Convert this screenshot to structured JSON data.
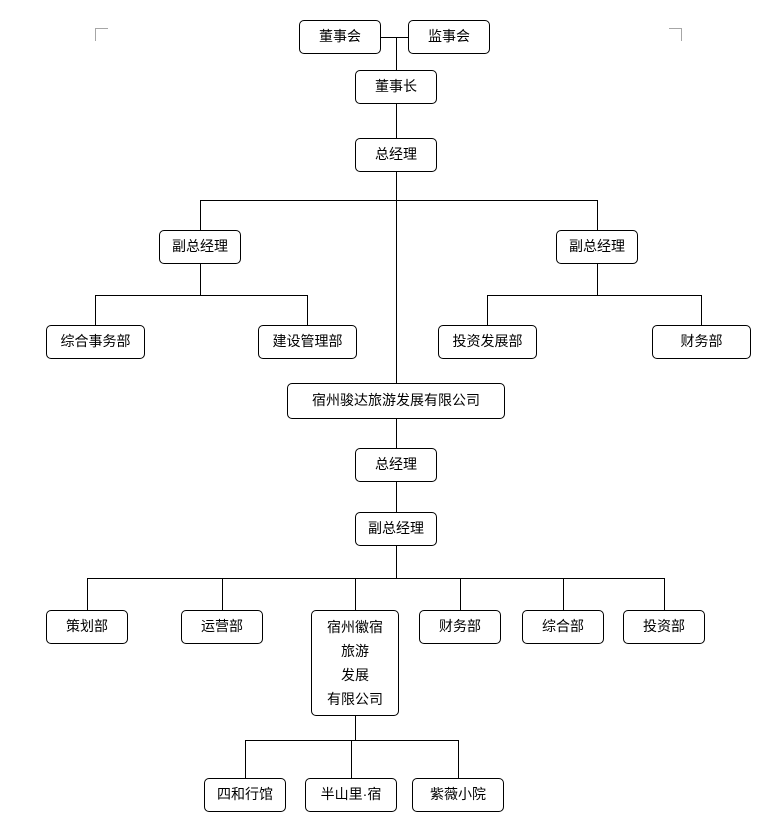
{
  "page": {
    "background": "#ffffff",
    "shape_border_color": "#000000",
    "connector_color": "#000000",
    "crop_mark_color": "#a6a6a6"
  },
  "org_chart": {
    "nodes": {
      "board": "董事会",
      "supervisory": "监事会",
      "chairman": "董事长",
      "gm_top": "总经理",
      "deputy_gm_left": "副总经理",
      "deputy_gm_right": "副总经理",
      "general_affairs_dept": "综合事务部",
      "construction_mgmt_dept": "建设管理部",
      "investment_dev_dept": "投资发展部",
      "finance_dept_top": "财务部",
      "junda_company": "宿州骏达旅游发展有限公司",
      "gm_mid": "总经理",
      "deputy_gm_mid": "副总经理",
      "planning_dept": "策划部",
      "operations_dept": "运营部",
      "huisu_company": "宿州徽宿\n旅游\n发展\n有限公司",
      "finance_dept_bottom": "财务部",
      "general_dept": "综合部",
      "investment_dept": "投资部",
      "sihe_guesthouse": "四和行馆",
      "banshanli_guesthouse": "半山里·宿",
      "ziwei_guesthouse": "紫薇小院"
    }
  }
}
